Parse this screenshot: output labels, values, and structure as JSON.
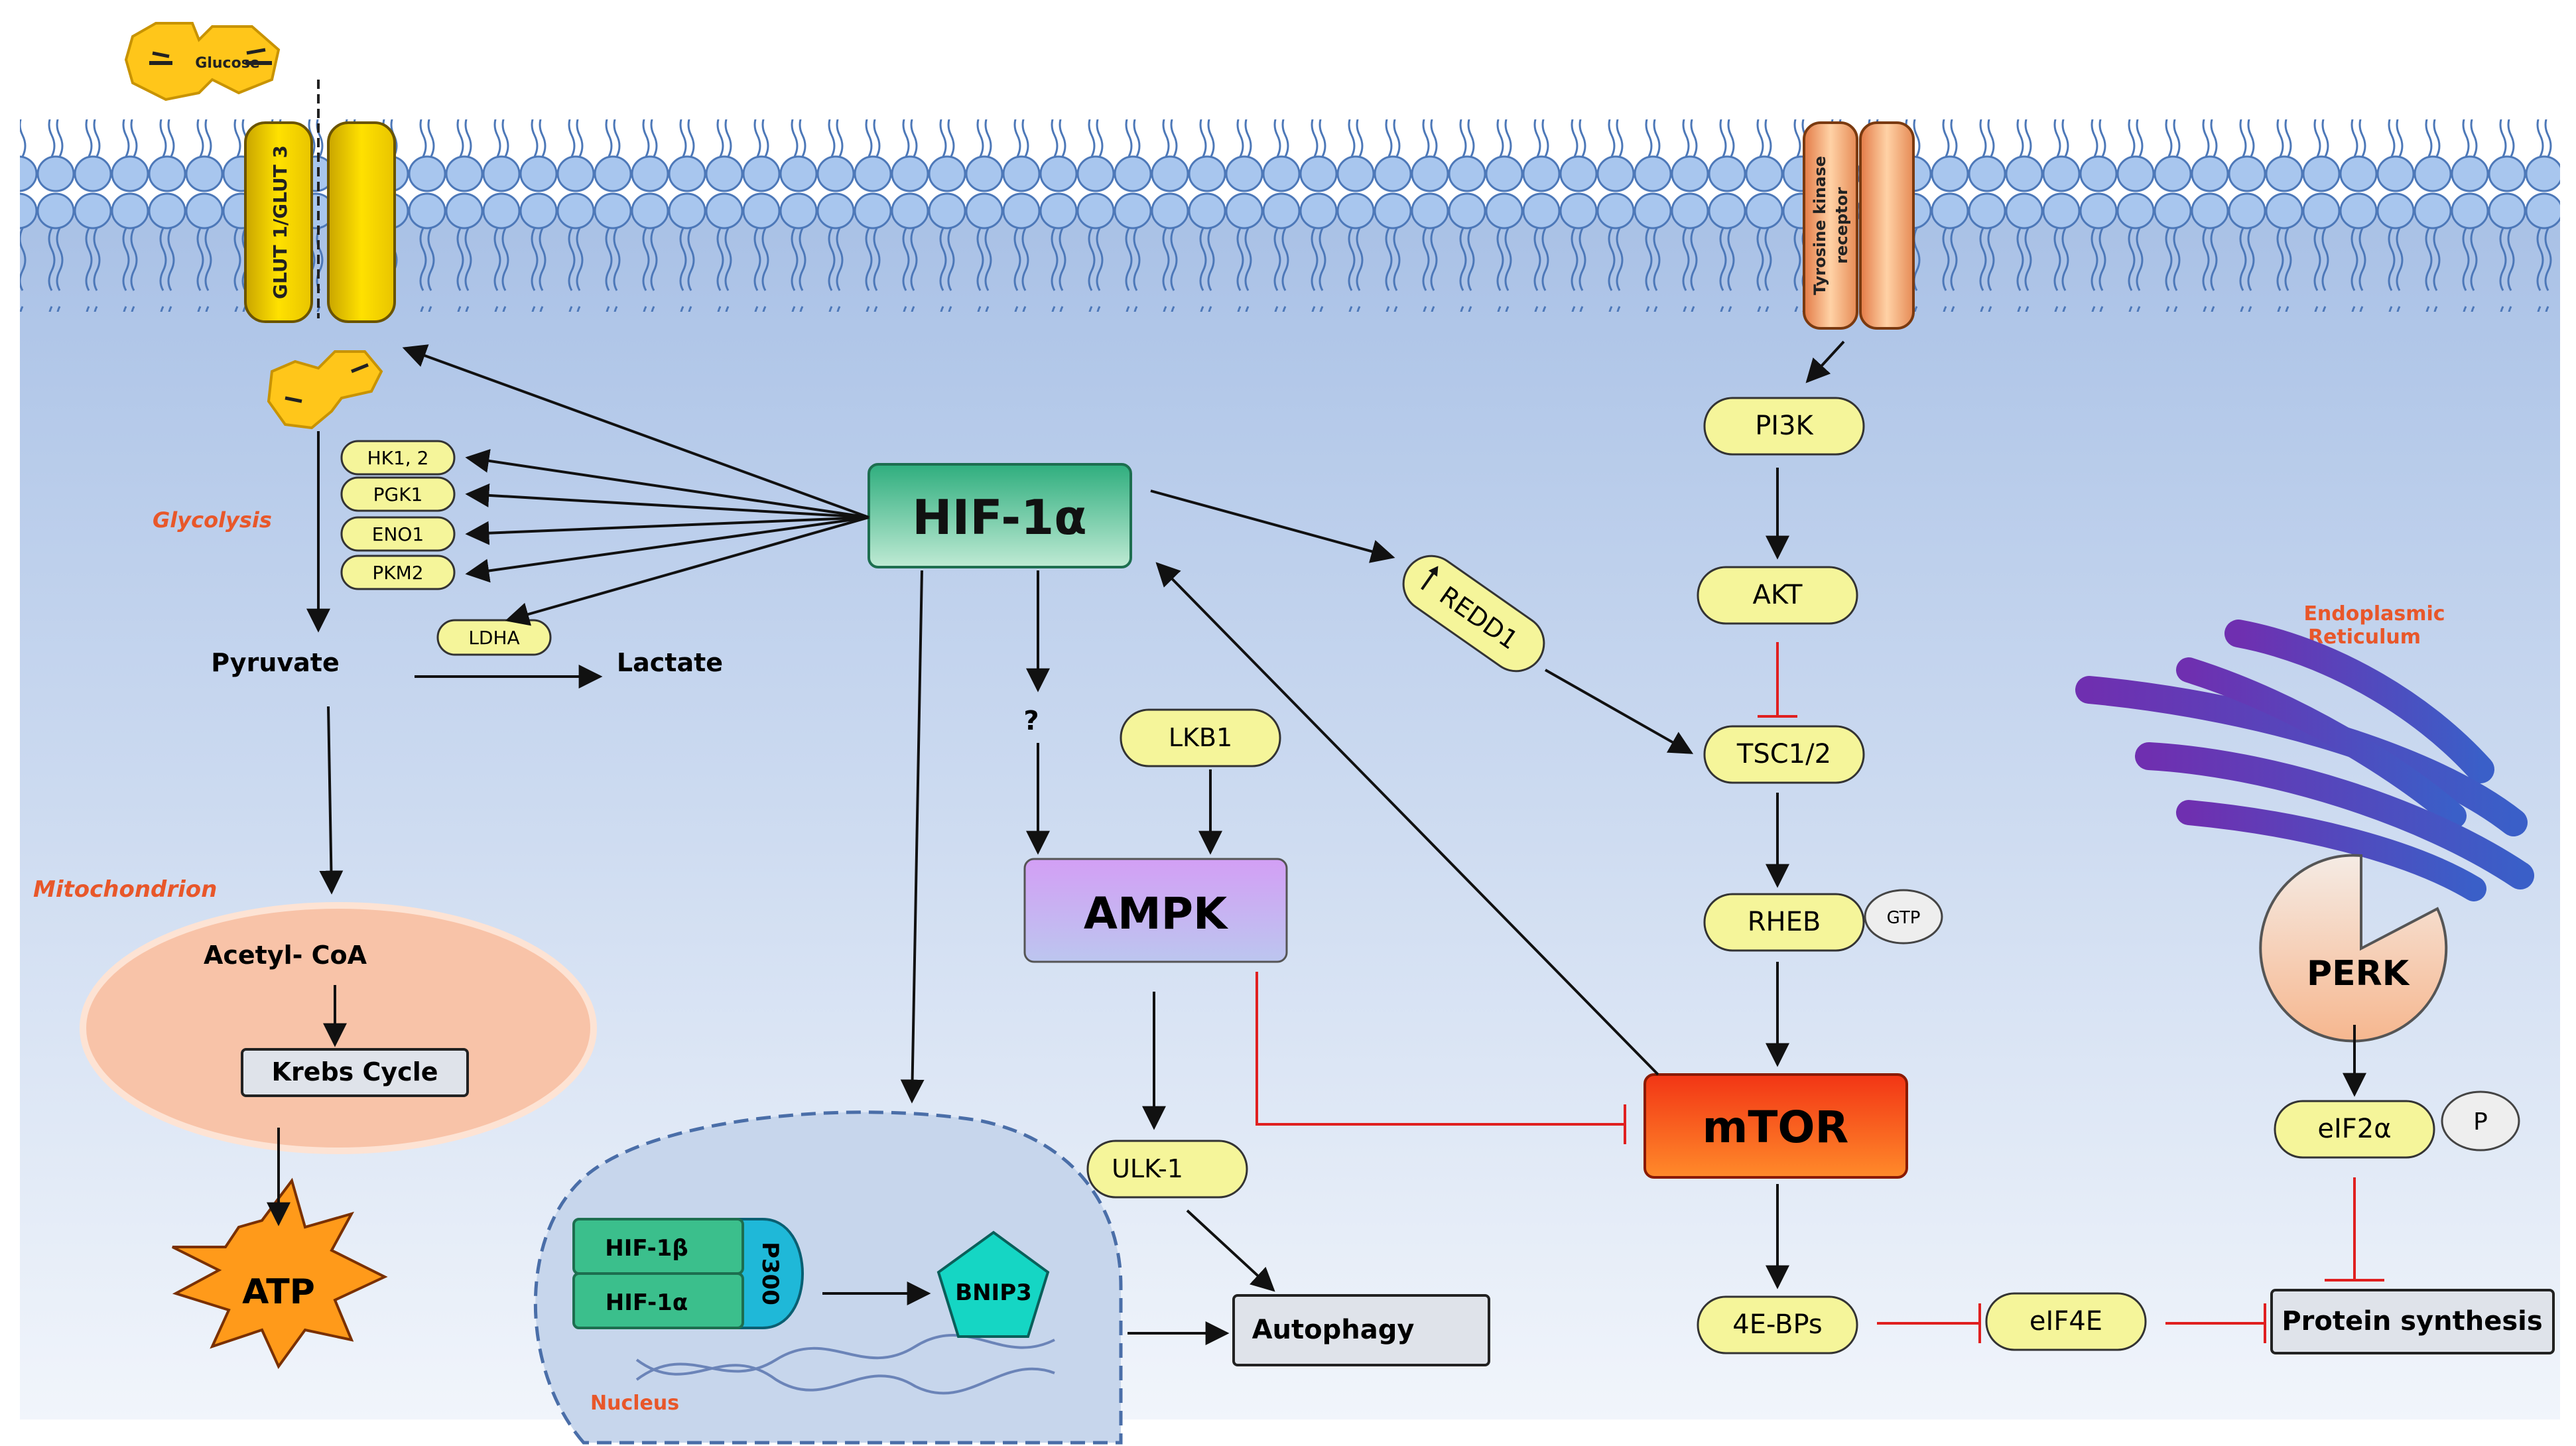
{
  "membrane": {
    "glucose": "Glucose",
    "glut": "GLUT 1/GLUT 3",
    "receptor_line1": "Tyrosine kinase",
    "receptor_line2": "receptor"
  },
  "glycolysis": {
    "label": "Glycolysis",
    "enzymes": [
      "HK1, 2",
      "PGK1",
      "ENO1",
      "PKM2"
    ],
    "ldha": "LDHA",
    "pyruvate": "Pyruvate",
    "lactate": "Lactate"
  },
  "mitochondrion": {
    "label": "Mitochondrion",
    "acetyl": "Acetyl- CoA",
    "krebs": "Krebs Cycle",
    "atp": "ATP"
  },
  "hif": {
    "main": "HIF-1α",
    "question": "?",
    "redd1": "REDD1"
  },
  "ampk": {
    "lkb1": "LKB1",
    "ampk": "AMPK",
    "ulk1": "ULK-1",
    "autophagy": "Autophagy"
  },
  "nucleus": {
    "label": "Nucleus",
    "hif1b": "HIF-1β",
    "hif1a": "HIF-1α",
    "p300": "P300",
    "bnip3": "BNIP3"
  },
  "mtor_path": {
    "pi3k": "PI3K",
    "akt": "AKT",
    "tsc": "TSC1/2",
    "rheb": "RHEB",
    "gtp": "GTP",
    "mtor": "mTOR",
    "ebps": "4E-BPs",
    "eif4e": "eIF4E",
    "protein": "Protein synthesis"
  },
  "er": {
    "label_line1": "Endoplasmic",
    "label_line2": "Reticulum",
    "perk": "PERK",
    "eif2a": "eIF2α",
    "p": "P"
  },
  "colors": {
    "accent_label": "#e8572a",
    "node_fill": "#f5f59a",
    "hif_fill": "#2fae7e",
    "ampk_fill": "#c49ef2",
    "mtor_fill": "#f24a1c",
    "inhibit": "#e02020"
  }
}
